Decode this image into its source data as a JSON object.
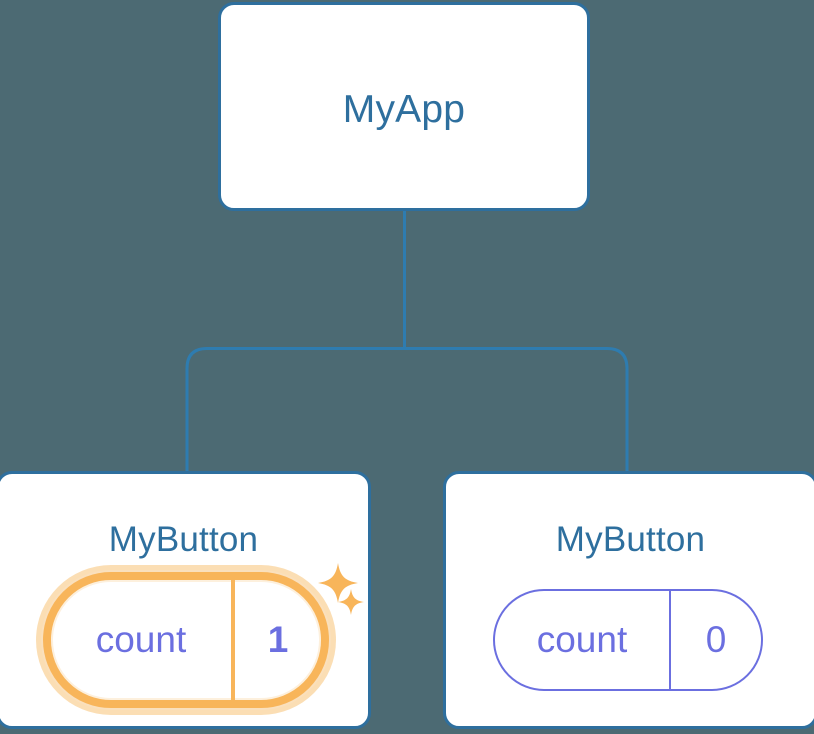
{
  "diagram": {
    "type": "component-tree",
    "background_color": "#4c6a73",
    "accent_color": "#2e6f9e",
    "state_color": "#6b6fe0",
    "highlight_color": "#f8b55a",
    "highlight_glow_color": "#fbdcb0",
    "connector_color": "#2e7cb0"
  },
  "root": {
    "name": "root-component-card",
    "title": "MyApp"
  },
  "children": [
    {
      "name": "child-component-card-left",
      "title": "MyButton",
      "state": {
        "key": "count",
        "value": "1"
      },
      "highlighted": true,
      "sparkles": [
        "sparkle-large",
        "sparkle-small"
      ]
    },
    {
      "name": "child-component-card-right",
      "title": "MyButton",
      "state": {
        "key": "count",
        "value": "0"
      },
      "highlighted": false,
      "sparkles": []
    }
  ]
}
